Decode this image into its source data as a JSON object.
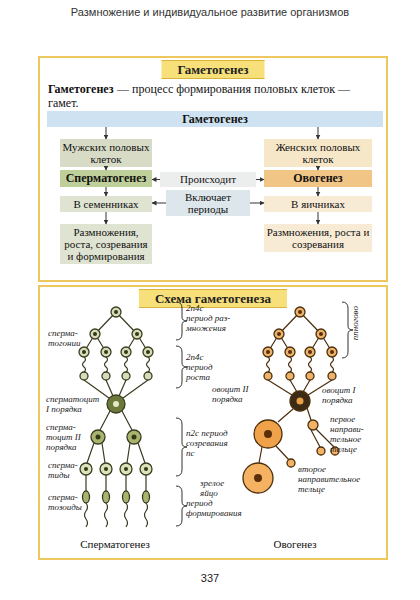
{
  "diagram": {
    "title": "Размножение и индивидуальное развитие организмов",
    "nodes": [
      {
        "text": [
          "Гаметогенез",
          "Гаметогенез",
          "— процесс формирования половых клеток — гамет."
        ]
      },
      {
        "text": [
          "Гаметогенез"
        ],
        "in": 0
      },
      {
        "text": [
          "Мужских половых клеток"
        ],
        "in": 0
      },
      {
        "text": [
          "Женских половых клеток"
        ],
        "in": 0
      },
      {
        "text": [
          "Сперматогенез"
        ],
        "in": 0
      },
      {
        "text": [
          "Происходит"
        ],
        "in": 0
      },
      {
        "text": [
          "Овогенез"
        ],
        "in": 0
      },
      {
        "text": [
          "В семенниках"
        ],
        "in": 0
      },
      {
        "text": [
          "Включает периоды"
        ],
        "in": 0
      },
      {
        "text": [
          "В яичниках"
        ],
        "in": 0
      },
      {
        "text": [
          "Размножения, роста, созревания и формирования"
        ],
        "in": 0
      },
      {
        "text": [
          "Размножения, роста и созревания"
        ],
        "in": 0
      },
      {
        "text": [
          "Схема гаметогенеза"
        ]
      }
    ],
    "edges": [
      {
        "from": 1,
        "to": 2,
        "arrow": "to"
      },
      {
        "from": 1,
        "to": 3,
        "arrow": "to"
      },
      {
        "from": 2,
        "to": 4,
        "arrow": "to"
      },
      {
        "from": 3,
        "to": 6,
        "arrow": "to"
      },
      {
        "from": 5,
        "to": 4,
        "arrow": "to"
      },
      {
        "from": 5,
        "to": 6,
        "arrow": "to"
      },
      {
        "from": 4,
        "to": 7,
        "arrow": "to"
      },
      {
        "from": 6,
        "to": 9,
        "arrow": "to"
      },
      {
        "from": 8,
        "to": 7,
        "arrow": "to"
      },
      {
        "from": 8,
        "to": 9,
        "arrow": "to"
      },
      {
        "from": 7,
        "to": 10,
        "arrow": "to"
      },
      {
        "from": 9,
        "to": 11,
        "arrow": "to"
      }
    ],
    "labels": [
      "2n4c период раз- множения",
      "овогонии",
      "сперма- тогонии",
      "2n4c период роста",
      "сперматоцит I порядка",
      "овоцит II порядка",
      "овоцит I порядка",
      "сперма- тоцит II порядка",
      "первое направи- тельное тельце",
      "n2c период созревания nc",
      "сперма- тиды",
      "второе направительное тельце",
      "зрелое яйцо",
      "сперма- тозоиды",
      "период формирования",
      "Сперматогенез",
      "Овогенез",
      "337"
    ]
  }
}
